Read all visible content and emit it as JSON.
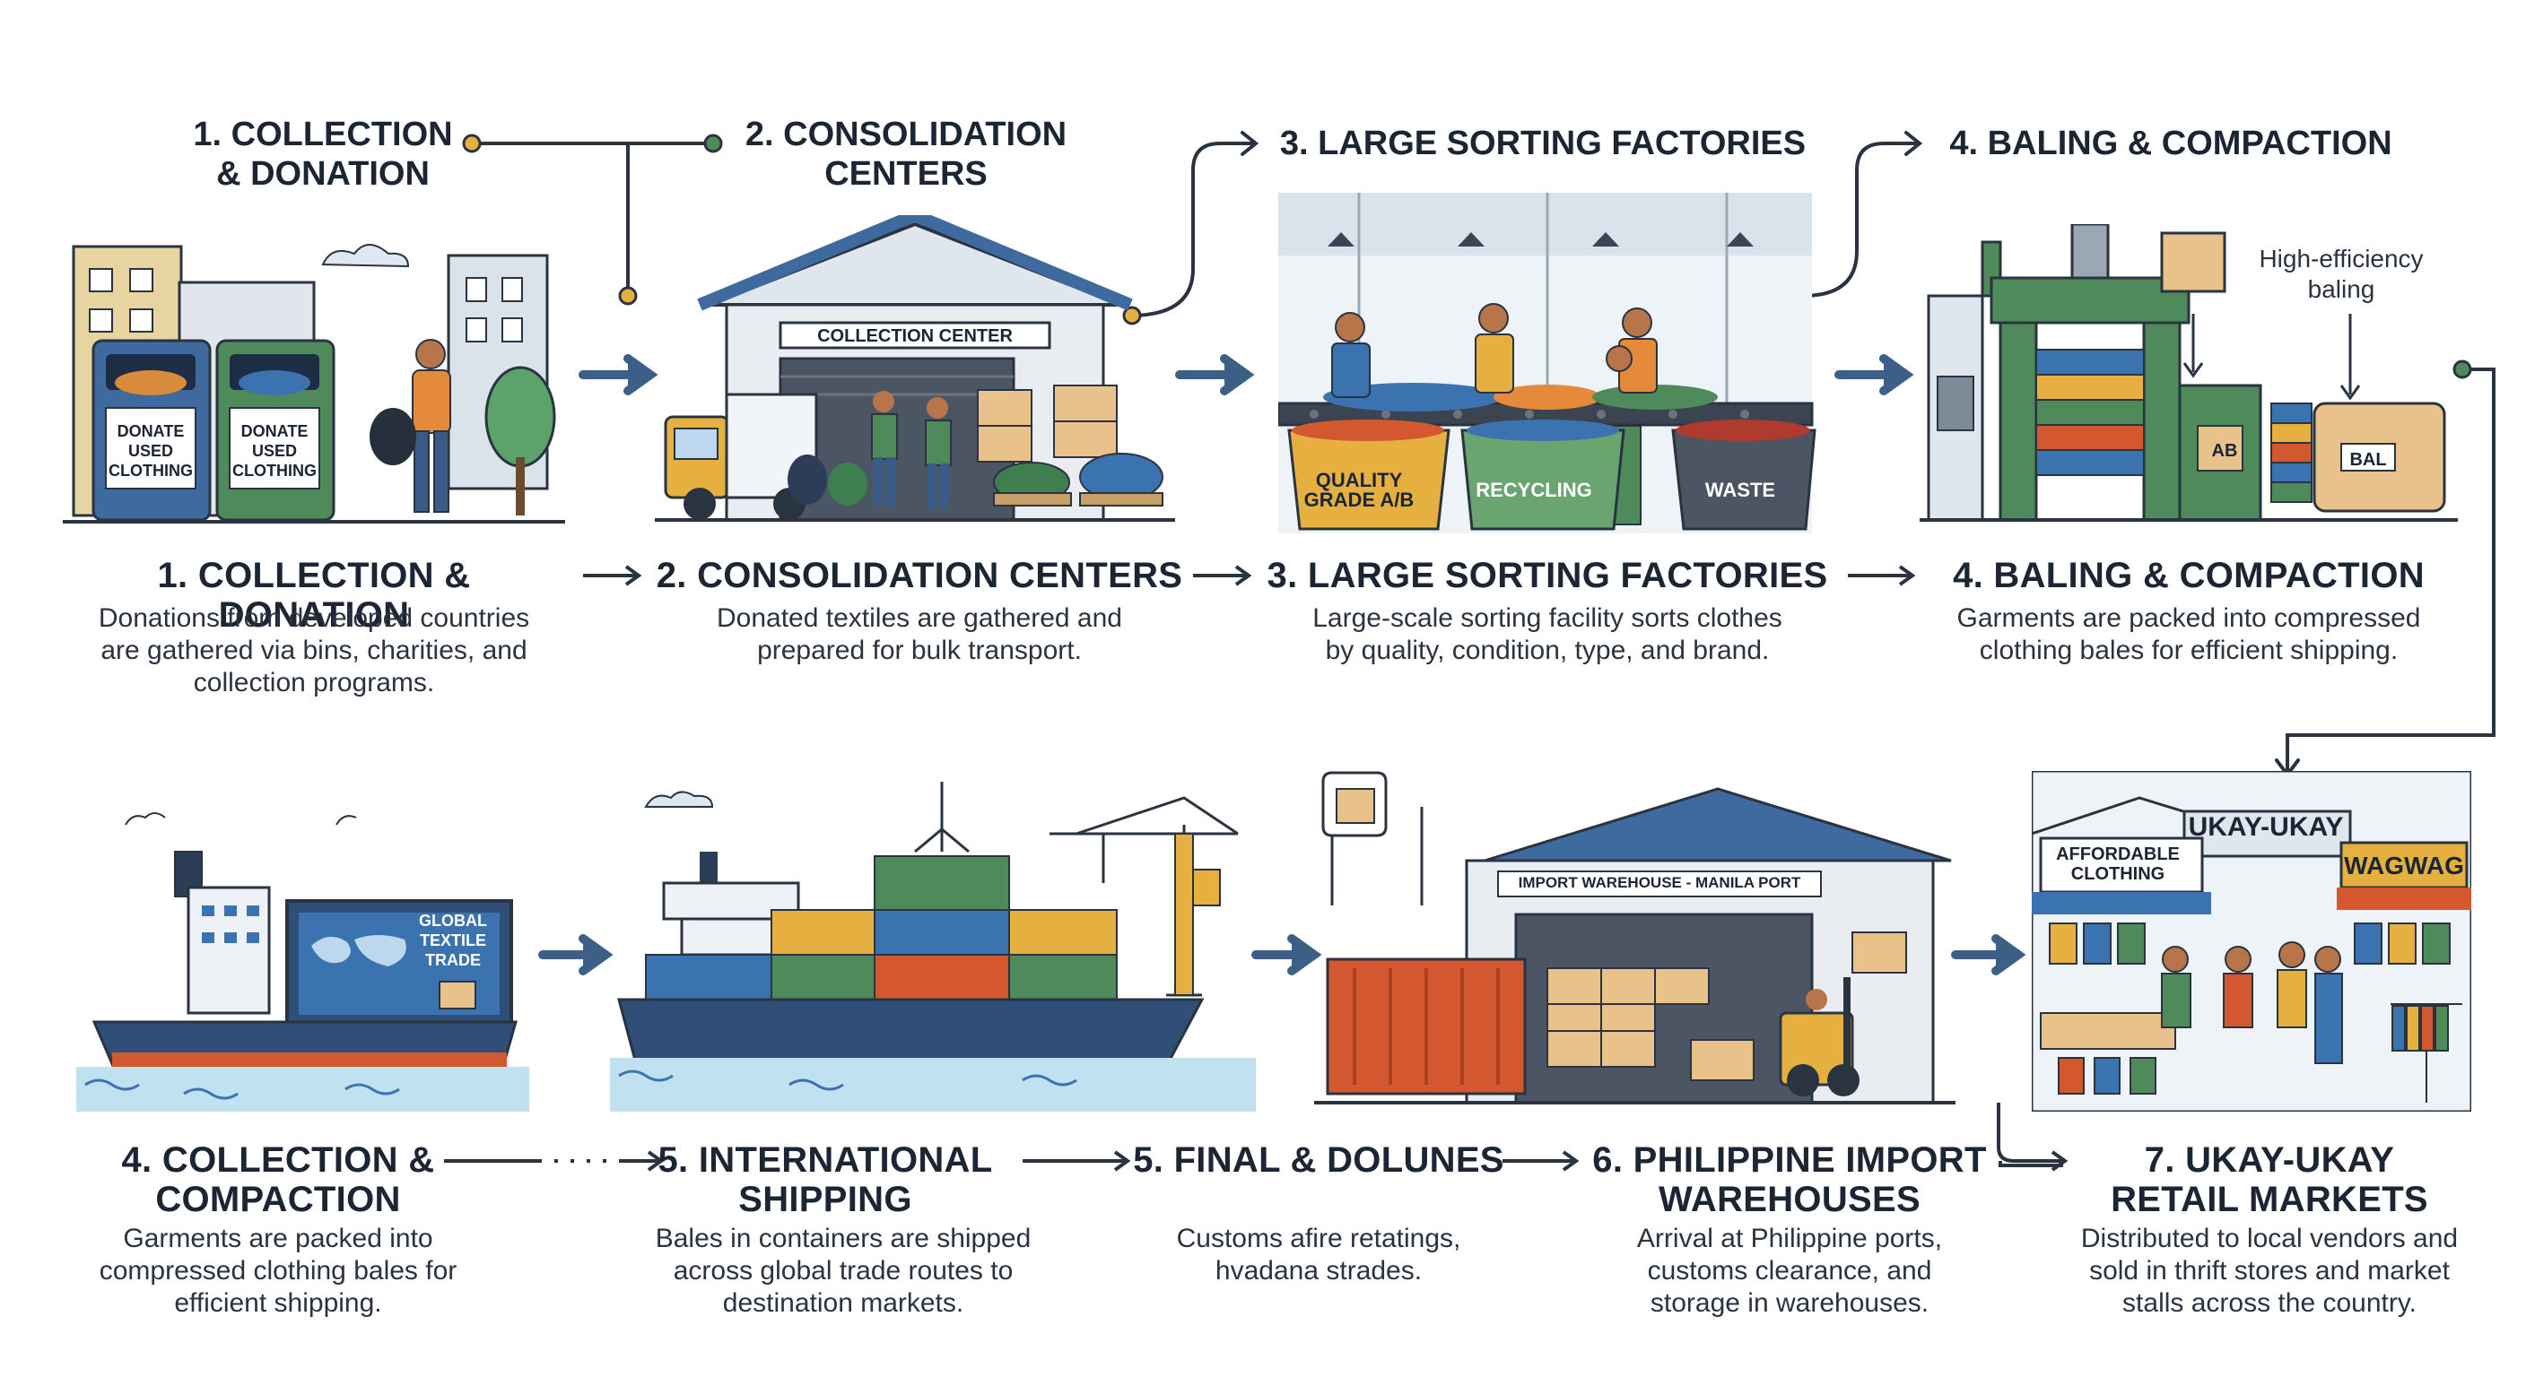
{
  "top_headings": {
    "h1": "1. COLLECTION\n& DONATION",
    "h2": "2. CONSOLIDATION\nCENTERS",
    "h3": "3. LARGE SORTING FACTORIES",
    "h4": "4. BALING & COMPACTION"
  },
  "row1": [
    {
      "title": "1. COLLECTION & DONATION",
      "desc": "Donations from developed countries\nare gathered via bins, charities, and\ncollection programs."
    },
    {
      "title": "2. CONSOLIDATION CENTERS",
      "desc": "Donated textiles are gathered and\nprepared for bulk transport."
    },
    {
      "title": "3. LARGE SORTING FACTORIES",
      "desc": "Large-scale sorting facility sorts clothes\nby quality, condition, type, and brand."
    },
    {
      "title": "4. BALING & COMPACTION",
      "desc": "Garments are packed into compressed\nclothing bales for efficient shipping."
    }
  ],
  "row2": [
    {
      "title": "4. COLLECTION &\nCOMPACTION",
      "desc": "Garments are packed into\ncompressed clothing bales for\nefficient shipping."
    },
    {
      "title": "5. INTERNATIONAL\nSHIPPING",
      "desc": "Bales in containers are shipped\nacross global trade routes to\ndestination markets."
    },
    {
      "title": "5. FINAL & DOLUNES",
      "desc": "Customs afire retatings,\nhvadana strades."
    },
    {
      "title": "6. PHILIPPINE IMPORT\nWAREHOUSES",
      "desc": "Arrival at Philippine ports,\ncustoms clearance, and\nstorage in warehouses."
    },
    {
      "title": "7. UKAY-UKAY\nRETAIL MARKETS",
      "desc": "Distributed to local vendors and\nsold in thrift stores and market\nstalls across the country."
    }
  ],
  "scene_labels": {
    "bin1": "DONATE\nUSED\nCLOTHING",
    "bin2": "DONATE\nUSED\nCLOTHING",
    "collection_center": "COLLECTION CENTER",
    "bin_quality": "QUALITY\nGRADE A/B",
    "bin_recycling": "RECYCLING",
    "bin_waste": "WASTE",
    "baling_note": "High-efficiency\nbaling",
    "bale_ab": "AB",
    "bale_bal": "BAL",
    "ship_sign": "GLOBAL\nTEXTILE\nTRADE",
    "import_warehouse": "IMPORT WAREHOUSE - MANILA PORT",
    "market_sign": "UKAY-UKAY",
    "affordable": "AFFORDABLE\nCLOTHING",
    "wagwag": "WAGWAG"
  },
  "colors": {
    "arrow": "#3b5f86",
    "navy": "#2f4f78",
    "green": "#4f8a5b",
    "orange": "#e5a53a",
    "sea": "#bfe1f0"
  }
}
